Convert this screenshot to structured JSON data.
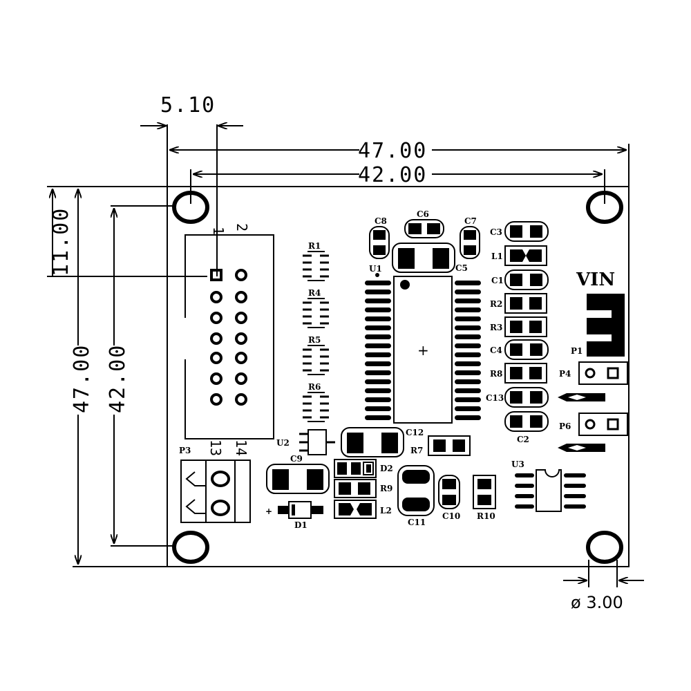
{
  "dimensions": {
    "top_offset": "5.10",
    "overall_width": "47.00",
    "hole_spacing_width": "42.00",
    "left_offset": "11.00",
    "overall_height": "47.00",
    "hole_spacing_height": "42.00",
    "hole_diameter": "ø 3.00"
  },
  "labels": {
    "vin": "VIN",
    "header_pin1": "1",
    "header_pin2": "2",
    "header_pin13": "13",
    "header_pin14": "14",
    "plus_sign": "+",
    "cross_mark": "+"
  },
  "components": {
    "R1": "R1",
    "R4": "R4",
    "R5": "R5",
    "R6": "R6",
    "U1": "U1",
    "U2": "U2",
    "U3": "U3",
    "C1": "C1",
    "C2": "C2",
    "C3": "C3",
    "C4": "C4",
    "C5": "C5",
    "C6": "C6",
    "C7": "C7",
    "C8": "C8",
    "C9": "C9",
    "C10": "C10",
    "C11": "C11",
    "C12": "C12",
    "C13": "C13",
    "L1": "L1",
    "L2": "L2",
    "R2": "R2",
    "R3": "R3",
    "R7": "R7",
    "R8": "R8",
    "R9": "R9",
    "R10": "R10",
    "D1": "D1",
    "D2": "D2",
    "P1": "P1",
    "P3": "P3",
    "P4": "P4",
    "P6": "P6"
  }
}
